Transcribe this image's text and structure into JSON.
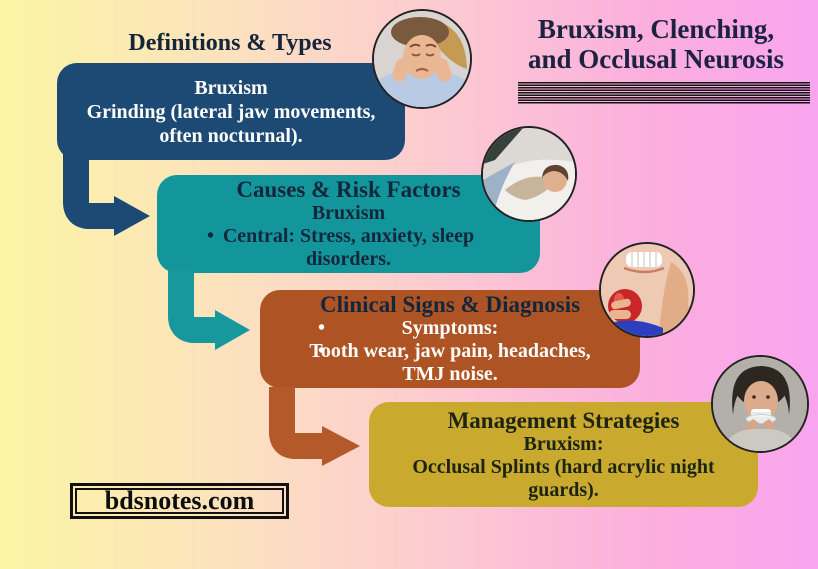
{
  "header": {
    "title_line1": "Bruxism, Clenching,",
    "title_line2": "and Occlusal Neurosis"
  },
  "steps": {
    "step1": {
      "heading": "Definitions & Types",
      "line1": "Bruxism",
      "line2": "Grinding (lateral jaw movements,",
      "line3": "often nocturnal)."
    },
    "step2": {
      "heading": "Causes & Risk Factors",
      "subheading": "Bruxism",
      "bullet1": "Central: Stress, anxiety, sleep",
      "bullet1_cont": "disorders."
    },
    "step3": {
      "heading": "Clinical Signs & Diagnosis",
      "bullet1": "Symptoms:",
      "bullet2": "Tooth wear, jaw pain, headaches,",
      "bullet2_cont": "TMJ noise."
    },
    "step4": {
      "heading": "Management Strategies",
      "subheading": "Bruxism:",
      "line1": "Occlusal Splints (hard acrylic night",
      "line2": "guards)."
    }
  },
  "watermark": {
    "text": "bdsnotes.com"
  },
  "ui": {
    "bullet_glyph": "•"
  },
  "photos": {
    "p1": {
      "alt": "Woman lying down holding her jaw in pain"
    },
    "p2": {
      "alt": "Woman sleeping in bed"
    },
    "p3": {
      "alt": "Close-up of teeth, woman holding an apple and touching her jaw"
    },
    "p4": {
      "alt": "Woman inserting a clear occlusal splint night guard"
    }
  },
  "colors": {
    "background_left": "#fbf5a4",
    "background_right": "#f9a5ef",
    "step1_box": "#1d4a74",
    "step2_box": "#13969b",
    "step3_box": "#ae5424",
    "step4_box": "#c9a92e",
    "title_text": "#1c2340",
    "dark_text": "#14263c",
    "light_text": "#ffffff"
  }
}
